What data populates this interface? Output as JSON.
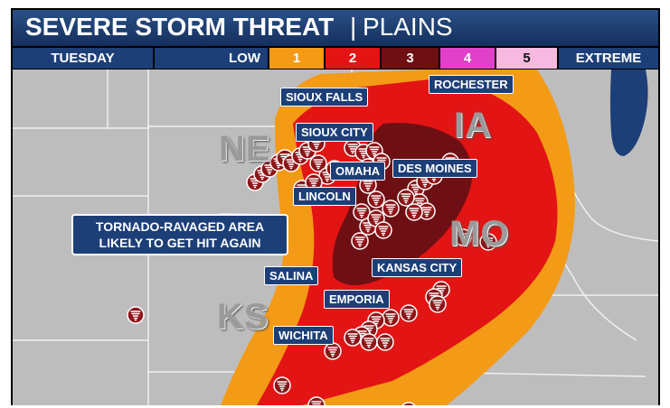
{
  "header": {
    "title": "SEVERE STORM THREAT",
    "separator": "|",
    "region": "PLAINS"
  },
  "legend": {
    "day": "TUESDAY",
    "low": "LOW",
    "levels": [
      "1",
      "2",
      "3",
      "4",
      "5"
    ],
    "high": "EXTREME",
    "colors": {
      "level1": "#f39a16",
      "level2": "#e31414",
      "level3": "#6e0f14",
      "level4": "#e340c9",
      "level5": "#f6b9df",
      "header": "#1d3f78"
    }
  },
  "cities": {
    "sioux_falls": "SIOUX FALLS",
    "rochester": "ROCHESTER",
    "sioux_city": "SIOUX CITY",
    "omaha": "OMAHA",
    "des_moines": "DES MOINES",
    "lincoln": "LINCOLN",
    "salina": "SALINA",
    "kansas_city": "KANSAS CITY",
    "emporia": "EMPORIA",
    "wichita": "WICHITA"
  },
  "states": {
    "ne": "NE",
    "ia": "IA",
    "mo": "MO",
    "ks": "KS"
  },
  "callout": {
    "line1": "TORNADO-RAVAGED AREA",
    "line2": "LIKELY TO GET HIT AGAIN"
  },
  "icons": {
    "tornado_marker": "tornado-icon"
  }
}
